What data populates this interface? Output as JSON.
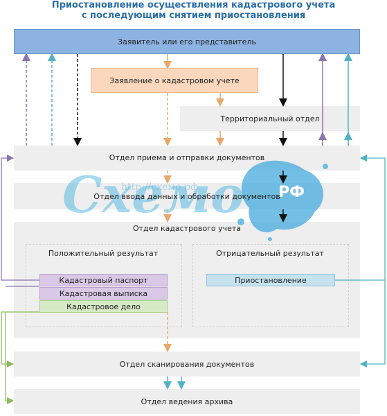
{
  "title": {
    "line1": "Приостановление осуществления кадастрового учета",
    "line2": "с последующим снятием приостановления"
  },
  "nodes": {
    "applicant": "Заявитель или его представитель",
    "application": "Заявление о кадастровом учете",
    "territorial": "Территориальный отдел",
    "reception": "Отдел приема и отправки документов",
    "data_entry": "Отдел ввода данных и обработки документов",
    "cadastral": "Отдел кадастрового учета",
    "positive": "Положительный результат",
    "negative": "Отрицательный результат",
    "passport": "Кадастровый паспорт",
    "extract": "Кадастровая выписка",
    "case": "Кадастровое дело",
    "suspension": "Приостановление",
    "scanning": "Отдел сканирования документов",
    "archive": "Отдел ведения архива"
  },
  "watermark": {
    "url": "http://схемо.рф",
    "text": "Схемо",
    "badge": "РФ"
  },
  "colors": {
    "title": "#2a6fa8",
    "applicant_fill": "#8db3e2",
    "application_fill": "#fbd8bd",
    "purple_line": "#8a76b0",
    "cyan_line": "#4fb3c4",
    "orange_line": "#e8a86b",
    "green_line": "#8dbb5a"
  }
}
